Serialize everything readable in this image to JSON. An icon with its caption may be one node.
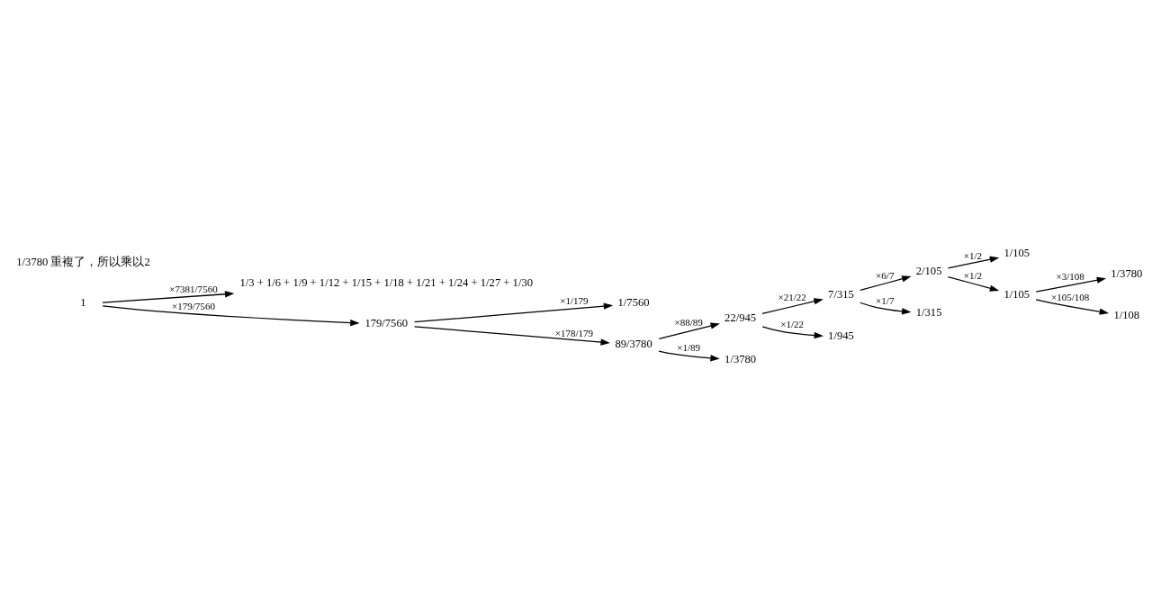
{
  "diagram": {
    "nodes": [
      {
        "text": [
          "1"
        ]
      },
      {
        "text": [
          "1/3 + 1/6 + 1/9 + 1/12 + 1/15 + 1/18 + 1/21 + 1/24 + 1/27 + 1/30"
        ]
      },
      {
        "text": [
          "179/7560"
        ]
      },
      {
        "text": [
          "1/7560"
        ]
      },
      {
        "text": [
          "89/3780"
        ]
      },
      {
        "text": [
          "22/945"
        ]
      },
      {
        "text": [
          "1/3780"
        ]
      },
      {
        "text": [
          "7/315"
        ]
      },
      {
        "text": [
          "1/945"
        ]
      },
      {
        "text": [
          "2/105"
        ]
      },
      {
        "text": [
          "1/315"
        ]
      },
      {
        "text": [
          "1/105"
        ]
      },
      {
        "text": [
          "1/105"
        ]
      },
      {
        "text": [
          "1/3780"
        ]
      },
      {
        "text": [
          "1/108"
        ]
      }
    ],
    "edges": [
      {
        "from": 0,
        "to": 1,
        "arrow": "to",
        "label": "×7381/7560"
      },
      {
        "from": 0,
        "to": 2,
        "arrow": "to",
        "label": "×179/7560"
      },
      {
        "from": 2,
        "to": 3,
        "arrow": "to",
        "label": "×1/179"
      },
      {
        "from": 2,
        "to": 4,
        "arrow": "to",
        "label": "×178/179"
      },
      {
        "from": 4,
        "to": 5,
        "arrow": "to",
        "label": "×88/89"
      },
      {
        "from": 4,
        "to": 6,
        "arrow": "to",
        "label": "×1/89"
      },
      {
        "from": 5,
        "to": 7,
        "arrow": "to",
        "label": "×21/22"
      },
      {
        "from": 5,
        "to": 8,
        "arrow": "to",
        "label": "×1/22"
      },
      {
        "from": 7,
        "to": 9,
        "arrow": "to",
        "label": "×6/7"
      },
      {
        "from": 7,
        "to": 10,
        "arrow": "to",
        "label": "×1/7"
      },
      {
        "from": 9,
        "to": 11,
        "arrow": "to",
        "label": "×1/2"
      },
      {
        "from": 9,
        "to": 12,
        "arrow": "to",
        "label": "×1/2"
      },
      {
        "from": 12,
        "to": 13,
        "arrow": "to",
        "label": "×3/108"
      },
      {
        "from": 12,
        "to": 14,
        "arrow": "to",
        "label": "×105/108"
      }
    ],
    "labels": [
      "1/3780 重複了，所以乘以2"
    ]
  }
}
